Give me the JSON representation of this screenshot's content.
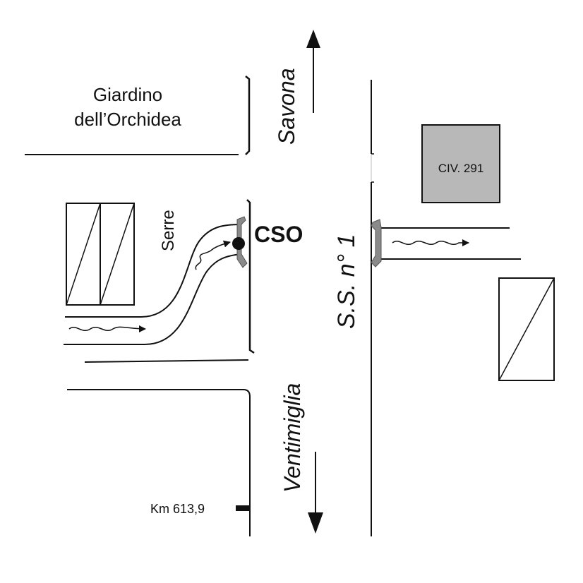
{
  "labels": {
    "giardino_line1": "Giardino",
    "giardino_line2": "dell’Orchidea",
    "serre": "Serre",
    "savona": "Savona",
    "ventimiglia": "Ventimiglia",
    "road": "S.S. n° 1",
    "cso": "CSO",
    "civ": "CIV. 291",
    "km": "Km 613,9"
  },
  "colors": {
    "line": "#111111",
    "building_fill": "#b8b8b8",
    "outfall_fill": "#8a8a8a"
  },
  "icons": [
    "arrow-up-icon",
    "arrow-down-icon",
    "flow-arrow-icon",
    "outfall-point-icon"
  ]
}
